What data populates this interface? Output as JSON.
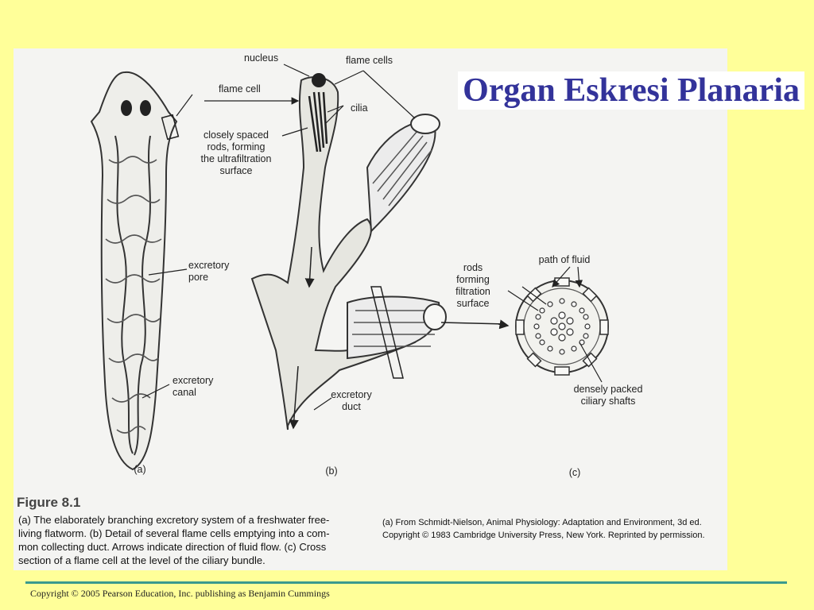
{
  "slide": {
    "title": "Organ Eskresi Planaria",
    "footer": "Copyright © 2005 Pearson Education, Inc. publishing as Benjamin Cummings"
  },
  "figure": {
    "labels": {
      "nucleus": "nucleus",
      "flame_cells": "flame cells",
      "flame_cell": "flame cell",
      "cilia": "cilia",
      "rods_l1": "closely spaced",
      "rods_l2": "rods, forming",
      "rods_l3": "the ultrafiltration",
      "rods_l4": "surface",
      "pore_l1": "excretory",
      "pore_l2": "pore",
      "canal_l1": "excretory",
      "canal_l2": "canal",
      "duct_l1": "excretory",
      "duct_l2": "duct",
      "path": "path of fluid",
      "frods_l1": "rods",
      "frods_l2": "forming",
      "frods_l3": "filtration",
      "frods_l4": "surface",
      "dense_l1": "densely packed",
      "dense_l2": "ciliary shafts",
      "panel_a": "(a)",
      "panel_b": "(b)",
      "panel_c": "(c)"
    },
    "caption": {
      "heading": "Figure 8.1",
      "line1": "(a) The elaborately branching excretory system of a freshwater free-",
      "line2": "living flatworm. (b) Detail of several flame cells emptying into a com-",
      "line3": "mon collecting duct. Arrows indicate direction of fluid flow. (c) Cross",
      "line4": "section of a flame cell at the level of the ciliary bundle."
    },
    "source": {
      "line1": "(a) From Schmidt-Nielson, Animal Physiology: Adaptation and Environment, 3d ed.",
      "line2": "Copyright © 1983 Cambridge University Press, New York. Reprinted by permission."
    }
  }
}
